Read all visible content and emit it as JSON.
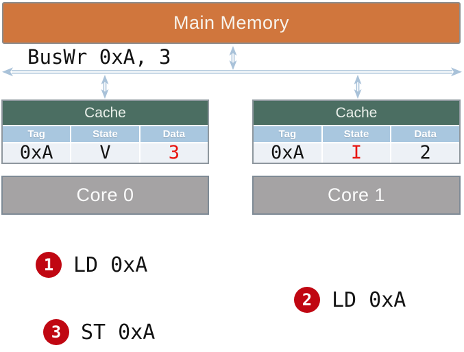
{
  "colors": {
    "memory_fill": "#d0763d",
    "memory_border": "#8d8d8d",
    "memory_text": "#f7f3ec",
    "bus_color": "#a9c2d9",
    "cache_title_fill": "#4b6e62",
    "cache_title_text": "#e9efe9",
    "col_header_fill": "#a9c7df",
    "col_header_text": "#ffffff",
    "cell_fill": "#edf1f6",
    "cell_border": "#8e979e",
    "value_text": "#141414",
    "value_red": "#e8140f",
    "core_fill": "#a5a3a4",
    "core_border": "#7e8a95",
    "core_text": "#fbfbfb",
    "step_circle": "#c00712"
  },
  "memory": {
    "label": "Main Memory"
  },
  "bus": {
    "label": "BusWr 0xA, 3"
  },
  "caches": [
    {
      "title": "Cache",
      "columns": [
        "Tag",
        "State",
        "Data"
      ],
      "row": {
        "tag": "0xA",
        "state": "V",
        "data": "3"
      },
      "row_colors": {
        "tag": "#141414",
        "state": "#141414",
        "data": "#e8140f"
      }
    },
    {
      "title": "Cache",
      "columns": [
        "Tag",
        "State",
        "Data"
      ],
      "row": {
        "tag": "0xA",
        "state": "I",
        "data": "2"
      },
      "row_colors": {
        "tag": "#141414",
        "state": "#e8140f",
        "data": "#141414"
      }
    }
  ],
  "cores": [
    {
      "label": "Core 0"
    },
    {
      "label": "Core 1"
    }
  ],
  "steps": [
    {
      "number": "1",
      "label": "LD 0xA"
    },
    {
      "number": "2",
      "label": "LD 0xA"
    },
    {
      "number": "3",
      "label": "ST 0xA"
    }
  ]
}
